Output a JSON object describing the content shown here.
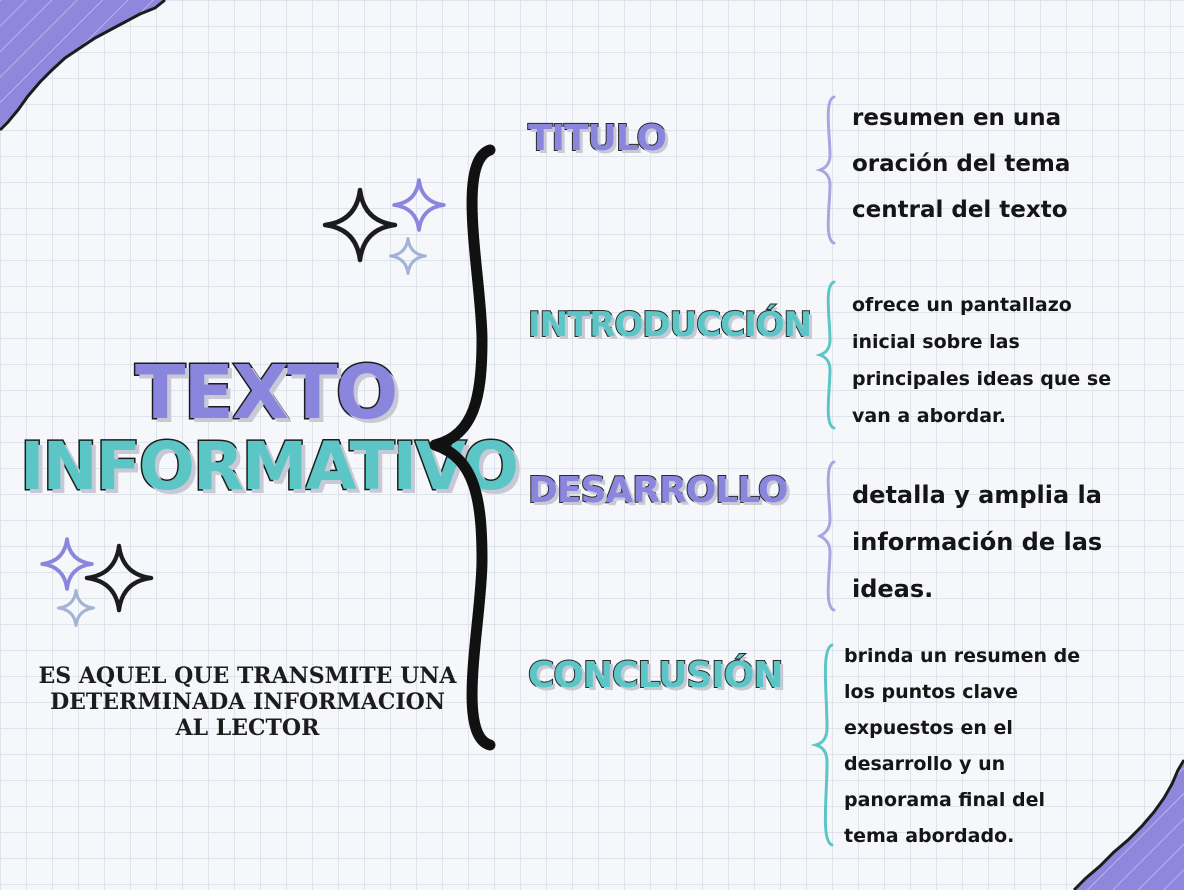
{
  "title": {
    "line1": "TEXTO",
    "line2": "INFORMATIVO"
  },
  "definition": "ES AQUEL QUE TRANSMITE UNA DETERMINADA INFORMACION AL LECTOR",
  "sections": [
    {
      "heading": "TITULO",
      "description": [
        "resumen en una",
        "oración del tema",
        "central del texto"
      ]
    },
    {
      "heading": "INTRODUCCIÓN",
      "description": [
        "ofrece un pantallazo",
        "inicial sobre las",
        "principales ideas que se",
        "van a abordar."
      ]
    },
    {
      "heading": "DESARROLLO",
      "description": [
        "detalla y amplia la",
        "información de las",
        "ideas."
      ]
    },
    {
      "heading": "CONCLUSIÓN",
      "description": [
        "brinda un resumen de",
        "los puntos clave",
        "expuestos en el",
        "desarrollo y un",
        "panorama final del",
        "tema abordado."
      ]
    }
  ],
  "colors": {
    "purple": "#8b86dd",
    "teal": "#5cc6c6",
    "dark": "#151515",
    "grid_background": "#f6f7fb"
  },
  "icons": [
    "sparkle-icon",
    "big-brace-icon",
    "small-brace-icon"
  ]
}
